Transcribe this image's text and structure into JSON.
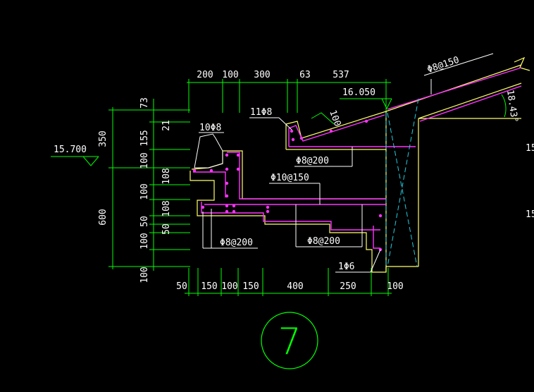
{
  "dims_top": [
    "200",
    "100",
    "300",
    "63",
    "537"
  ],
  "dims_bottom": [
    "50",
    "150",
    "100",
    "150",
    "400",
    "250",
    "100"
  ],
  "dims_left_outer": [
    "350",
    "600"
  ],
  "dims_left_inner": [
    "73",
    "155",
    "100",
    "100",
    "50",
    "100",
    "100"
  ],
  "dims_left_small": [
    "21",
    "108",
    "108",
    "50"
  ],
  "elevation_left": "15.700",
  "elevation_top": "16.050",
  "angle": "18.43°",
  "rebar": {
    "top_slope": "Φ8@150",
    "a": "11Φ8",
    "b": "10Φ8",
    "c": "Φ8@200",
    "d": "Φ10@150",
    "e": "Φ8@200",
    "f": "Φ8@200",
    "g": "1Φ6"
  },
  "small_dim": "100",
  "right_edge_labels": [
    "15",
    "15"
  ],
  "detail_number": "7",
  "colors": {
    "dimension": "#00ff00",
    "concrete": "#ffff66",
    "rebar": "#ff33ff",
    "cyan": "#22ccdd"
  }
}
